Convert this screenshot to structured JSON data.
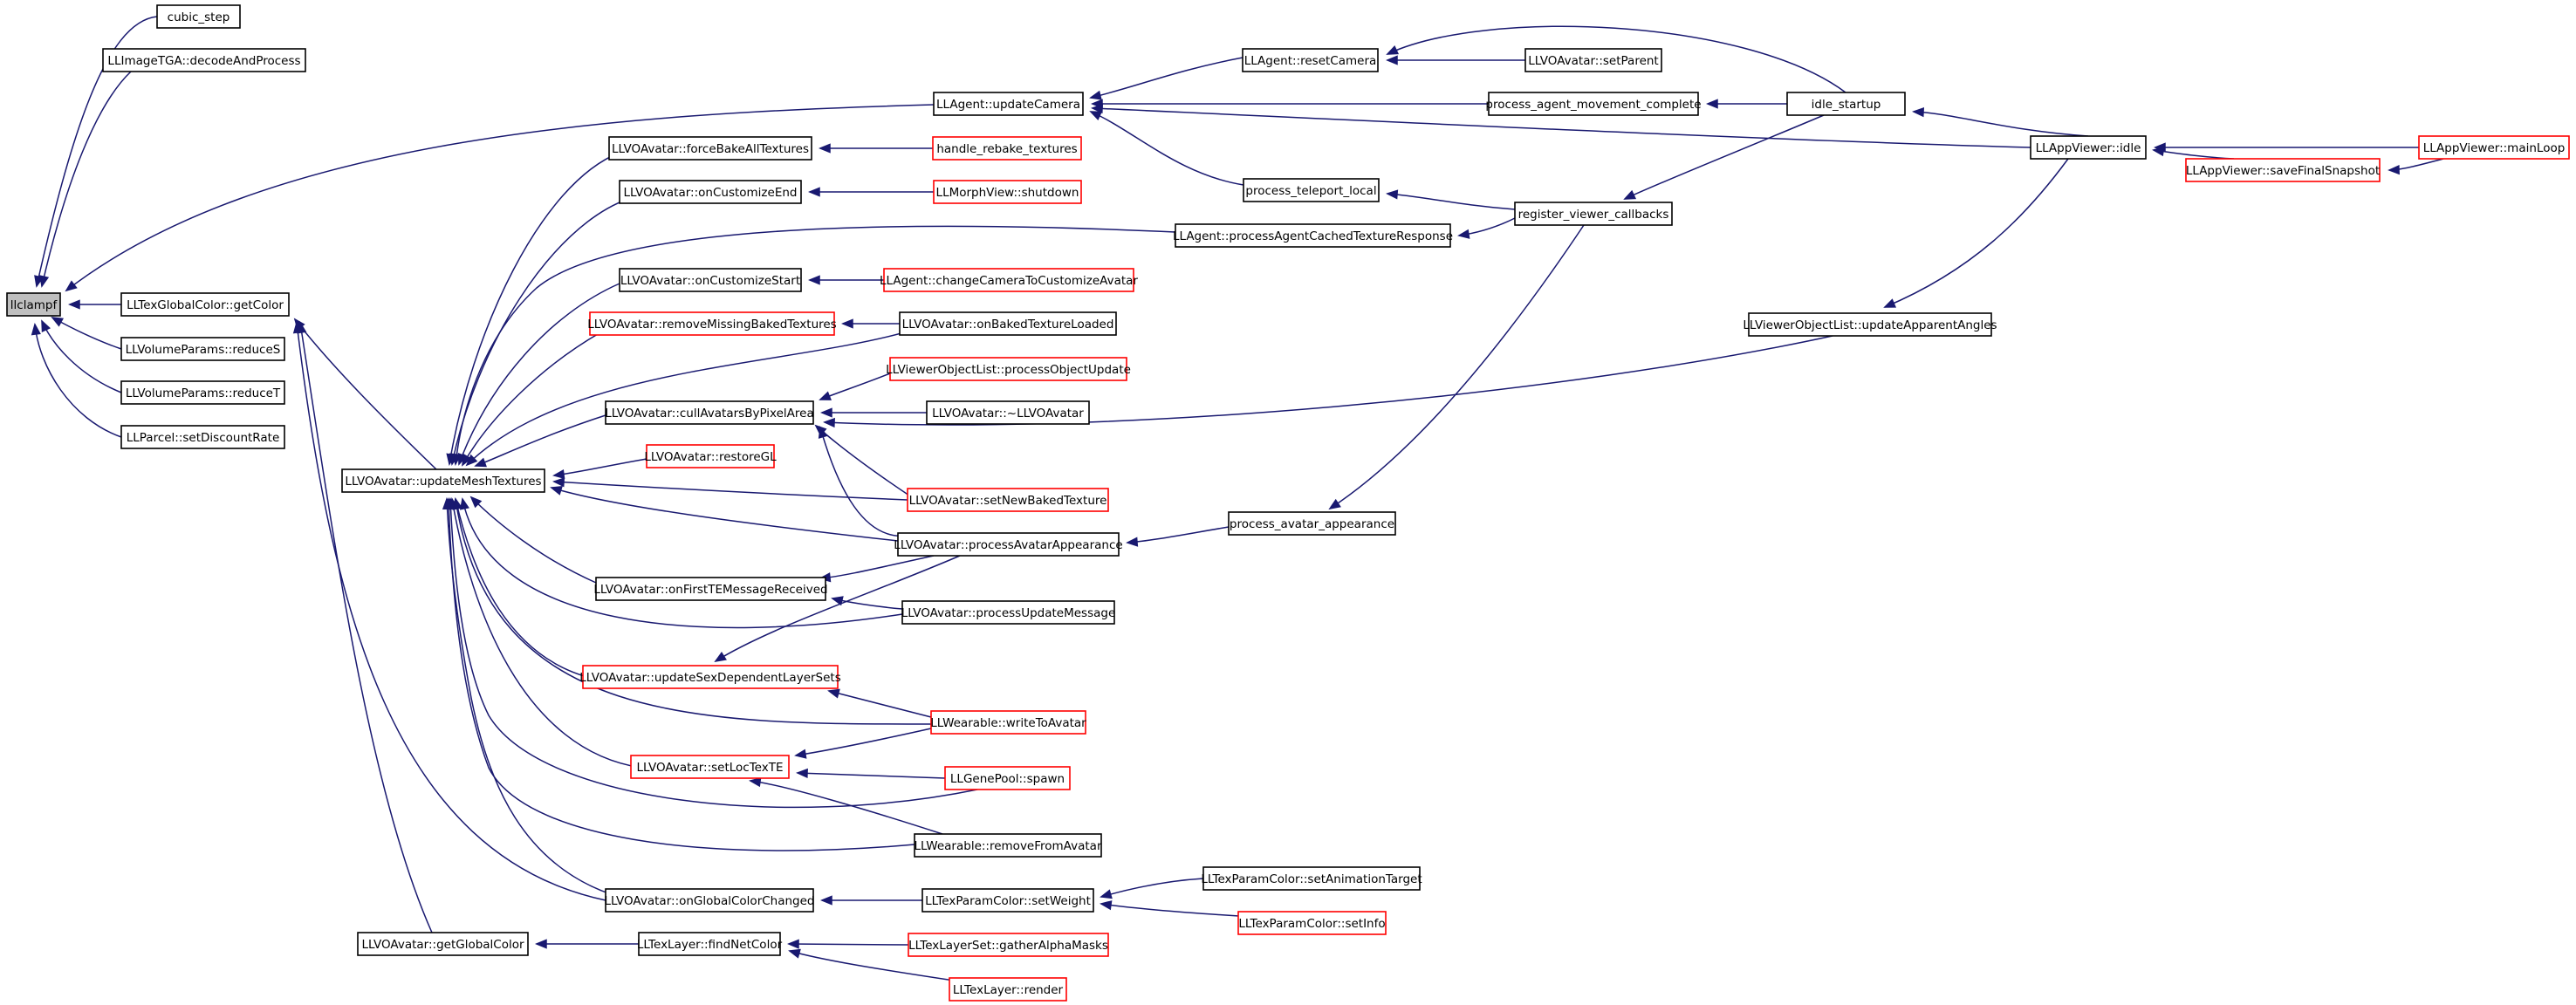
{
  "graph": {
    "direction": "right-to-left callers",
    "colors": {
      "edge": "#191970",
      "node_border": "#000000",
      "truncated_border": "#ff0000",
      "root_fill": "#bfbfbf"
    },
    "nodes": [
      {
        "id": "llclampf",
        "label": "llclampf",
        "root": true
      },
      {
        "id": "cubic_step",
        "label": "cubic_step"
      },
      {
        "id": "tga_decode",
        "label": "LLImageTGA::decodeAndProcess"
      },
      {
        "id": "texglobal_getcolor",
        "label": "LLTexGlobalColor::getColor"
      },
      {
        "id": "reduceS",
        "label": "LLVolumeParams::reduceS"
      },
      {
        "id": "reduceT",
        "label": "LLVolumeParams::reduceT"
      },
      {
        "id": "parcel_discount",
        "label": "LLParcel::setDiscountRate"
      },
      {
        "id": "update_mesh_textures",
        "label": "LLVOAvatar::updateMeshTextures"
      },
      {
        "id": "get_global_color",
        "label": "LLVOAvatar::getGlobalColor"
      },
      {
        "id": "agent_update_camera",
        "label": "LLAgent::updateCamera"
      },
      {
        "id": "agent_reset_camera",
        "label": "LLAgent::resetCamera"
      },
      {
        "id": "avatar_set_parent",
        "label": "LLVOAvatar::setParent"
      },
      {
        "id": "process_agent_movement",
        "label": "process_agent_movement_complete"
      },
      {
        "id": "idle_startup",
        "label": "idle_startup"
      },
      {
        "id": "appviewer_idle",
        "label": "LLAppViewer::idle"
      },
      {
        "id": "appviewer_save_snapshot",
        "label": "LLAppViewer::saveFinalSnapshot",
        "truncated": true
      },
      {
        "id": "appviewer_mainloop",
        "label": "LLAppViewer::mainLoop",
        "truncated": true
      },
      {
        "id": "process_teleport_local",
        "label": "process_teleport_local"
      },
      {
        "id": "register_viewer_callbacks",
        "label": "register_viewer_callbacks"
      },
      {
        "id": "force_bake",
        "label": "LLVOAvatar::forceBakeAllTextures"
      },
      {
        "id": "handle_rebake",
        "label": "handle_rebake_textures",
        "truncated": true
      },
      {
        "id": "on_customize_end",
        "label": "LLVOAvatar::onCustomizeEnd"
      },
      {
        "id": "morph_shutdown",
        "label": "LLMorphView::shutdown",
        "truncated": true
      },
      {
        "id": "process_cached_texture",
        "label": "LLAgent::processAgentCachedTextureResponse"
      },
      {
        "id": "on_customize_start",
        "label": "LLVOAvatar::onCustomizeStart"
      },
      {
        "id": "change_camera_customize",
        "label": "LLAgent::changeCameraToCustomizeAvatar",
        "truncated": true
      },
      {
        "id": "remove_missing_baked",
        "label": "LLVOAvatar::removeMissingBakedTextures",
        "truncated": true
      },
      {
        "id": "on_baked_texture_loaded",
        "label": "LLVOAvatar::onBakedTextureLoaded"
      },
      {
        "id": "object_list_process_update",
        "label": "LLViewerObjectList::processObjectUpdate",
        "truncated": true
      },
      {
        "id": "cull_avatars",
        "label": "LLVOAvatar::cullAvatarsByPixelArea"
      },
      {
        "id": "avatar_destructor",
        "label": "LLVOAvatar::~LLVOAvatar"
      },
      {
        "id": "object_list_apparent_angles",
        "label": "LLViewerObjectList::updateApparentAngles"
      },
      {
        "id": "restore_gl",
        "label": "LLVOAvatar::restoreGL",
        "truncated": true
      },
      {
        "id": "set_new_baked_texture",
        "label": "LLVOAvatar::setNewBakedTexture",
        "truncated": true
      },
      {
        "id": "process_avatar_appearance",
        "label": "LLVOAvatar::processAvatarAppearance"
      },
      {
        "id": "process_avatar_appearance_fn",
        "label": "process_avatar_appearance"
      },
      {
        "id": "on_first_te_message",
        "label": "LLVOAvatar::onFirstTEMessageReceived"
      },
      {
        "id": "process_update_message",
        "label": "LLVOAvatar::processUpdateMessage"
      },
      {
        "id": "update_sex_layersets",
        "label": "LLVOAvatar::updateSexDependentLayerSets",
        "truncated": true
      },
      {
        "id": "wearable_write_to_avatar",
        "label": "LLWearable::writeToAvatar",
        "truncated": true
      },
      {
        "id": "set_loc_tex_te",
        "label": "LLVOAvatar::setLocTexTE",
        "truncated": true
      },
      {
        "id": "genepool_spawn",
        "label": "LLGenePool::spawn",
        "truncated": true
      },
      {
        "id": "wearable_remove_from_avatar",
        "label": "LLWearable::removeFromAvatar"
      },
      {
        "id": "on_global_color_changed",
        "label": "LLVOAvatar::onGlobalColorChanged"
      },
      {
        "id": "texparam_set_weight",
        "label": "LLTexParamColor::setWeight"
      },
      {
        "id": "texparam_set_anim_target",
        "label": "LLTexParamColor::setAnimationTarget"
      },
      {
        "id": "texparam_set_info",
        "label": "LLTexParamColor::setInfo",
        "truncated": true
      },
      {
        "id": "texlayer_find_net_color",
        "label": "LLTexLayer::findNetColor"
      },
      {
        "id": "texlayerset_gather_alpha",
        "label": "LLTexLayerSet::gatherAlphaMasks",
        "truncated": true
      },
      {
        "id": "texlayer_render",
        "label": "LLTexLayer::render",
        "truncated": true
      }
    ],
    "edges": [
      [
        "cubic_step",
        "llclampf"
      ],
      [
        "tga_decode",
        "llclampf"
      ],
      [
        "agent_update_camera",
        "llclampf"
      ],
      [
        "texglobal_getcolor",
        "llclampf"
      ],
      [
        "reduceS",
        "llclampf"
      ],
      [
        "reduceT",
        "llclampf"
      ],
      [
        "parcel_discount",
        "llclampf"
      ],
      [
        "update_mesh_textures",
        "texglobal_getcolor"
      ],
      [
        "on_global_color_changed",
        "texglobal_getcolor"
      ],
      [
        "get_global_color",
        "texglobal_getcolor"
      ],
      [
        "agent_reset_camera",
        "agent_update_camera"
      ],
      [
        "process_agent_movement",
        "agent_update_camera"
      ],
      [
        "appviewer_idle",
        "agent_update_camera"
      ],
      [
        "process_teleport_local",
        "agent_update_camera"
      ],
      [
        "avatar_set_parent",
        "agent_reset_camera"
      ],
      [
        "idle_startup",
        "agent_reset_camera"
      ],
      [
        "idle_startup",
        "process_agent_movement"
      ],
      [
        "appviewer_idle",
        "idle_startup"
      ],
      [
        "register_viewer_callbacks",
        "process_teleport_local"
      ],
      [
        "appviewer_save_snapshot",
        "appviewer_idle"
      ],
      [
        "appviewer_mainloop",
        "appviewer_idle"
      ],
      [
        "appviewer_mainloop",
        "appviewer_save_snapshot"
      ],
      [
        "force_bake",
        "update_mesh_textures"
      ],
      [
        "on_customize_end",
        "update_mesh_textures"
      ],
      [
        "process_cached_texture",
        "update_mesh_textures"
      ],
      [
        "on_customize_start",
        "update_mesh_textures"
      ],
      [
        "remove_missing_baked",
        "update_mesh_textures"
      ],
      [
        "on_baked_texture_loaded",
        "update_mesh_textures"
      ],
      [
        "cull_avatars",
        "update_mesh_textures"
      ],
      [
        "restore_gl",
        "update_mesh_textures"
      ],
      [
        "set_new_baked_texture",
        "update_mesh_textures"
      ],
      [
        "process_avatar_appearance",
        "update_mesh_textures"
      ],
      [
        "on_first_te_message",
        "update_mesh_textures"
      ],
      [
        "process_update_message",
        "update_mesh_textures"
      ],
      [
        "update_sex_layersets",
        "update_mesh_textures"
      ],
      [
        "wearable_write_to_avatar",
        "update_mesh_textures"
      ],
      [
        "set_loc_tex_te",
        "update_mesh_textures"
      ],
      [
        "genepool_spawn",
        "update_mesh_textures"
      ],
      [
        "wearable_remove_from_avatar",
        "update_mesh_textures"
      ],
      [
        "on_global_color_changed",
        "update_mesh_textures"
      ],
      [
        "handle_rebake",
        "force_bake"
      ],
      [
        "morph_shutdown",
        "on_customize_end"
      ],
      [
        "register_viewer_callbacks",
        "process_cached_texture"
      ],
      [
        "change_camera_customize",
        "on_customize_start"
      ],
      [
        "on_baked_texture_loaded",
        "remove_missing_baked"
      ],
      [
        "object_list_process_update",
        "cull_avatars"
      ],
      [
        "avatar_destructor",
        "cull_avatars"
      ],
      [
        "object_list_apparent_angles",
        "cull_avatars"
      ],
      [
        "set_new_baked_texture",
        "cull_avatars"
      ],
      [
        "process_avatar_appearance",
        "cull_avatars"
      ],
      [
        "appviewer_idle",
        "object_list_apparent_angles"
      ],
      [
        "process_avatar_appearance_fn",
        "process_avatar_appearance"
      ],
      [
        "register_viewer_callbacks",
        "process_avatar_appearance_fn"
      ],
      [
        "idle_startup",
        "register_viewer_callbacks"
      ],
      [
        "process_avatar_appearance",
        "on_first_te_message"
      ],
      [
        "process_update_message",
        "on_first_te_message"
      ],
      [
        "process_avatar_appearance",
        "update_sex_layersets"
      ],
      [
        "wearable_write_to_avatar",
        "update_sex_layersets"
      ],
      [
        "wearable_write_to_avatar",
        "set_loc_tex_te"
      ],
      [
        "genepool_spawn",
        "set_loc_tex_te"
      ],
      [
        "wearable_remove_from_avatar",
        "set_loc_tex_te"
      ],
      [
        "texparam_set_weight",
        "on_global_color_changed"
      ],
      [
        "texparam_set_anim_target",
        "texparam_set_weight"
      ],
      [
        "texparam_set_info",
        "texparam_set_weight"
      ],
      [
        "texlayer_find_net_color",
        "get_global_color"
      ],
      [
        "texlayerset_gather_alpha",
        "texlayer_find_net_color"
      ],
      [
        "texlayer_render",
        "texlayer_find_net_color"
      ]
    ]
  }
}
